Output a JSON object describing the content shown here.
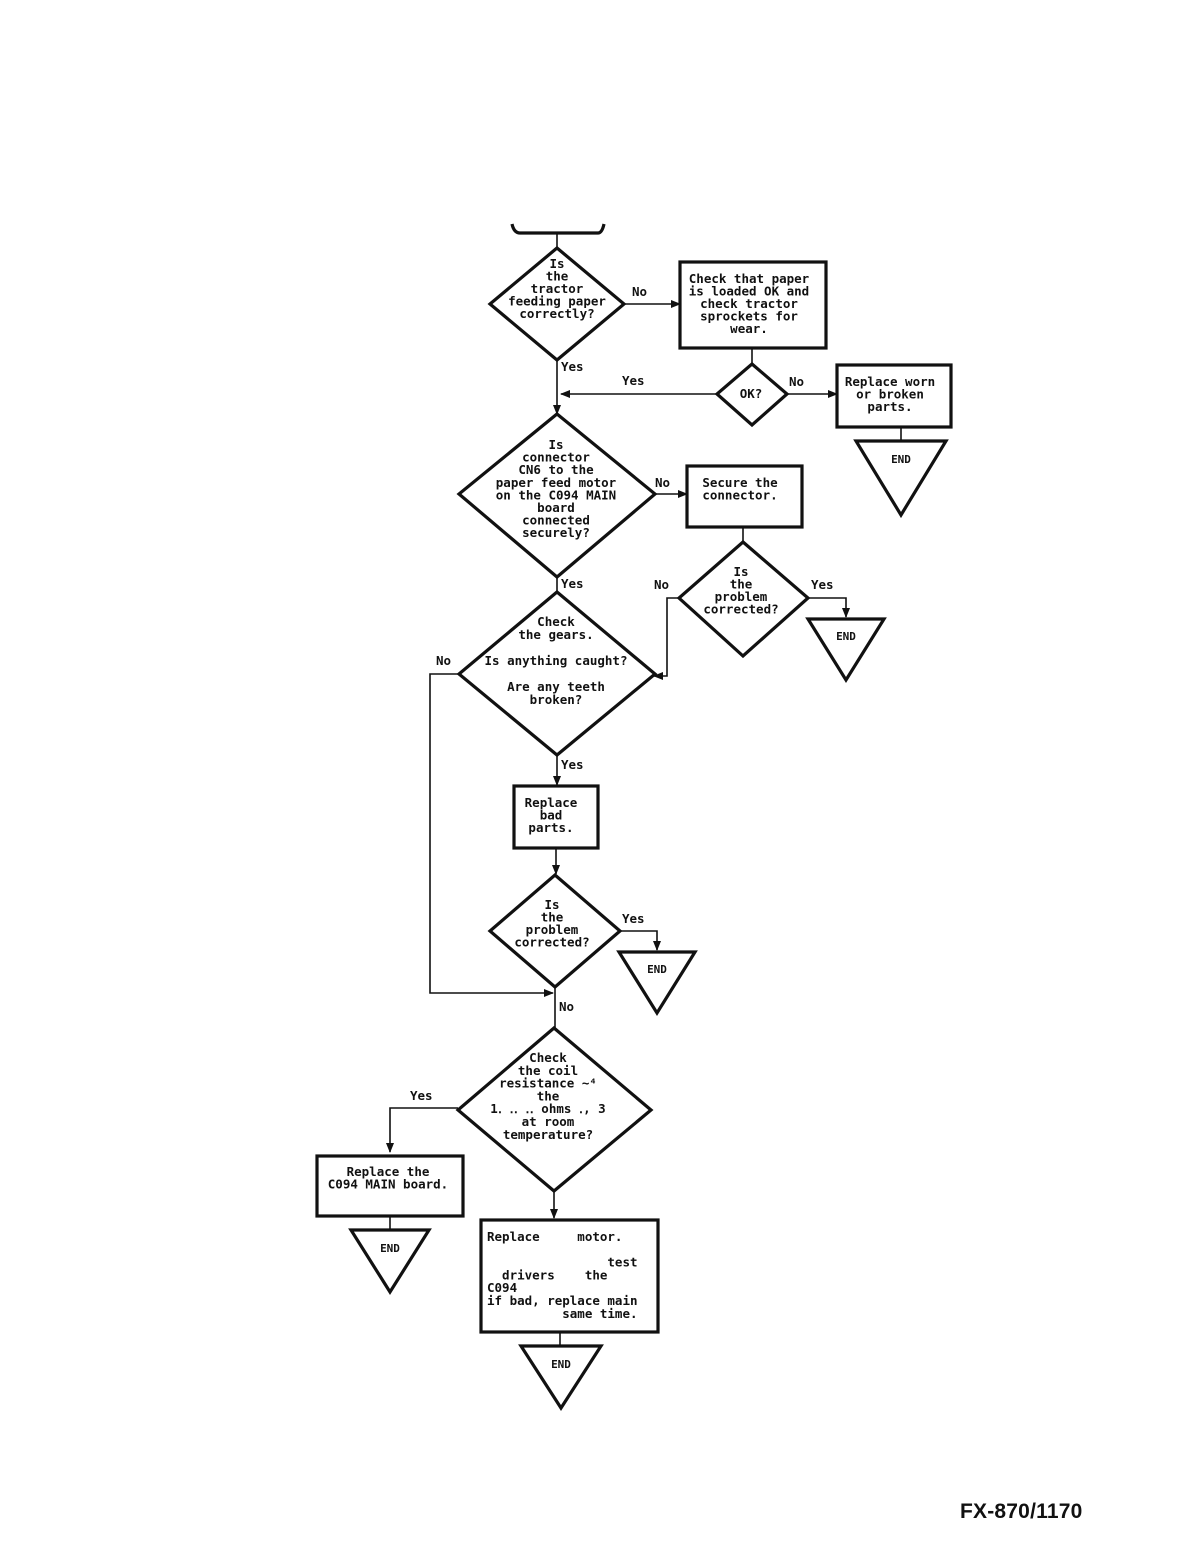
{
  "nodes": {
    "q_tractor": [
      "Is",
      "the",
      "tractor",
      "feeding paper",
      "correctly?"
    ],
    "check_paper": [
      "Check that paper",
      "is loaded OK and",
      "check tractor",
      "sprockets for",
      "wear."
    ],
    "q_ok": [
      "OK?"
    ],
    "replace_worn": [
      "Replace worn",
      "or broken",
      "parts."
    ],
    "q_connector": [
      "Is",
      "connector",
      "CN6 to the",
      "paper feed motor",
      "on the C094 MAIN",
      "board",
      "connected",
      "securely?"
    ],
    "secure_connector": [
      "Secure the",
      "connector."
    ],
    "q_problem_1": [
      "Is",
      "the",
      "problem",
      "corrected?"
    ],
    "q_gears": [
      "Check",
      "the gears.",
      "",
      "Is anything caught?",
      "",
      "Are any teeth",
      "broken?"
    ],
    "replace_bad": [
      "Replace",
      "bad",
      "parts."
    ],
    "q_problem_2": [
      "Is",
      "the",
      "problem",
      "corrected?"
    ],
    "q_coil": [
      "Check",
      "the coil",
      "resistance ~⁴",
      "the",
      "1․ ․․ ․․ ohms ․,  3",
      "at room",
      "temperature?"
    ],
    "replace_main": [
      "Replace the",
      "C094 MAIN board."
    ],
    "replace_motor": [
      "Replace     motor.",
      "",
      "                test",
      "  drivers    the",
      "C094",
      "if bad, replace main",
      "          same time."
    ]
  },
  "labels": {
    "yes": "Yes",
    "no": "No",
    "end": "END"
  },
  "footer": {
    "model": "FX-870/1170"
  }
}
